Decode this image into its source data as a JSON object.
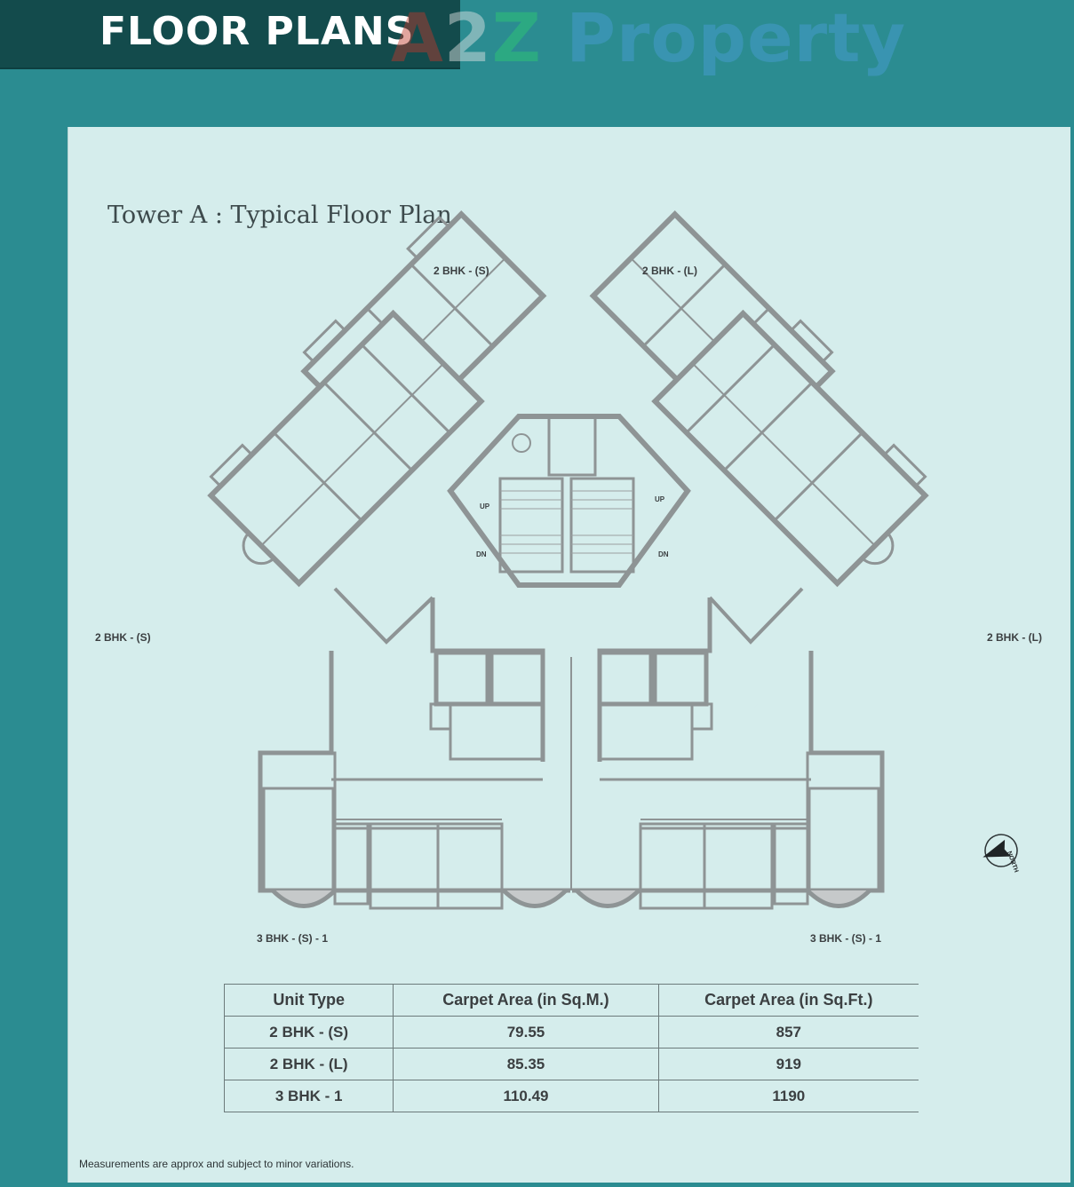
{
  "header": {
    "title": "FLOOR PLANS"
  },
  "watermark": {
    "a": "A",
    "two": "2",
    "z": "Z",
    "rest": " Property"
  },
  "panel": {
    "title": "Tower A : Typical Floor Plan"
  },
  "plan": {
    "labels": {
      "top_left": "2 BHK - (S)",
      "top_right": "2 BHK - (L)",
      "mid_left": "2 BHK - (S)",
      "mid_right": "2 BHK - (L)",
      "bottom_left": "3 BHK - (S) - 1",
      "bottom_right": "3 BHK - (S) - 1"
    },
    "stair_up": "UP",
    "stair_dn": "DN",
    "compass": "NORTH",
    "colors": {
      "wall": "#8e9495",
      "wall_dark": "#6f7576",
      "fill": "#d5edec"
    }
  },
  "table": {
    "headers": [
      "Unit Type",
      "Carpet Area (in Sq.M.)",
      "Carpet Area (in Sq.Ft.)"
    ],
    "rows": [
      [
        "2 BHK - (S)",
        "79.55",
        "857"
      ],
      [
        "2 BHK - (L)",
        "85.35",
        "919"
      ],
      [
        "3 BHK - 1",
        "110.49",
        "1190"
      ]
    ]
  },
  "disclaimer": "Measurements are approx and subject to minor variations."
}
